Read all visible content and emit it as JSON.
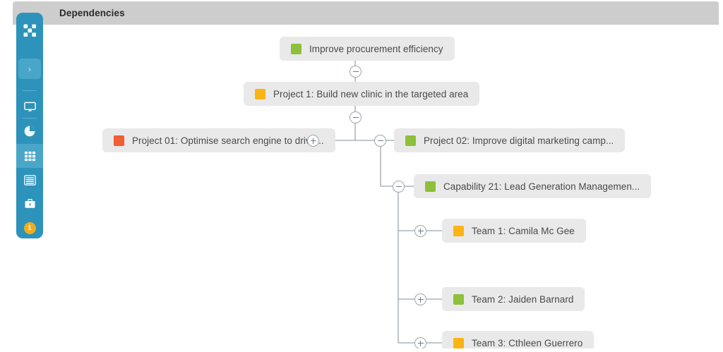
{
  "header": {
    "title": "Dependencies"
  },
  "sidebar": {
    "background_color": "#2d93bb",
    "active_color": "#4aa6c8",
    "items": [
      {
        "name": "logo-scatter",
        "icon": "scatter-logo-icon",
        "active": false
      },
      {
        "name": "expand-rail",
        "icon": "chevron-right-icon",
        "glyph": "›",
        "active": true
      },
      {
        "name": "nav-dashboard",
        "icon": "monitor-icon",
        "active": false
      },
      {
        "name": "nav-analytics",
        "icon": "pie-chart-icon",
        "active": false
      },
      {
        "name": "nav-grid",
        "icon": "grid-icon",
        "active": true
      },
      {
        "name": "nav-list",
        "icon": "list-icon",
        "active": false
      },
      {
        "name": "nav-portfolio",
        "icon": "briefcase-icon",
        "active": false
      },
      {
        "name": "nav-notifications",
        "icon": "badge-count-icon",
        "badge": "1",
        "badge_color": "#f0ad1e",
        "active": false
      }
    ]
  },
  "colors": {
    "status_green": "#8ec03b",
    "status_amber": "#fcb415",
    "status_red": "#f15d35",
    "node_background": "#e9e9e9",
    "connector": "#9aa7ad",
    "header_background": "#cdcdcd"
  },
  "tree": {
    "nodes": [
      {
        "id": "improve-procurement-efficiency",
        "label": "Improve procurement efficiency",
        "status": "green",
        "level": 0
      },
      {
        "id": "project-1-build-new-clinic",
        "label": "Project 1: Build new clinic in the targeted area",
        "status": "amber",
        "level": 1
      },
      {
        "id": "project-01-optimise-search-engine",
        "label": "Project 01: Optimise search engine to drive...",
        "status": "red",
        "level": 2
      },
      {
        "id": "project-02-improve-digital-marketing",
        "label": "Project 02: Improve digital marketing camp...",
        "status": "green",
        "level": 2
      },
      {
        "id": "capability-21-lead-generation",
        "label": "Capability 21: Lead Generation Managemen...",
        "status": "green",
        "level": 3
      },
      {
        "id": "team-1-camila-mc-gee",
        "label": "Team 1: Camila Mc Gee",
        "status": "amber",
        "level": 4
      },
      {
        "id": "team-2-jaiden-barnard",
        "label": "Team 2: Jaiden Barnard",
        "status": "green",
        "level": 4
      },
      {
        "id": "team-3-cthleen-guerrero",
        "label": "Team 3: Cthleen Guerrero",
        "status": "amber",
        "level": 4
      }
    ],
    "toggles": [
      {
        "id": "toggle-improve-procurement",
        "state": "collapse",
        "symbol": "minus"
      },
      {
        "id": "toggle-project-1",
        "state": "collapse",
        "symbol": "minus"
      },
      {
        "id": "toggle-project-01",
        "state": "expand",
        "symbol": "plus"
      },
      {
        "id": "toggle-project-02",
        "state": "collapse",
        "symbol": "minus"
      },
      {
        "id": "toggle-capability-21",
        "state": "collapse",
        "symbol": "minus"
      },
      {
        "id": "toggle-team-1",
        "state": "expand",
        "symbol": "plus"
      },
      {
        "id": "toggle-team-2",
        "state": "expand",
        "symbol": "plus"
      },
      {
        "id": "toggle-team-3",
        "state": "expand",
        "symbol": "plus"
      }
    ]
  }
}
